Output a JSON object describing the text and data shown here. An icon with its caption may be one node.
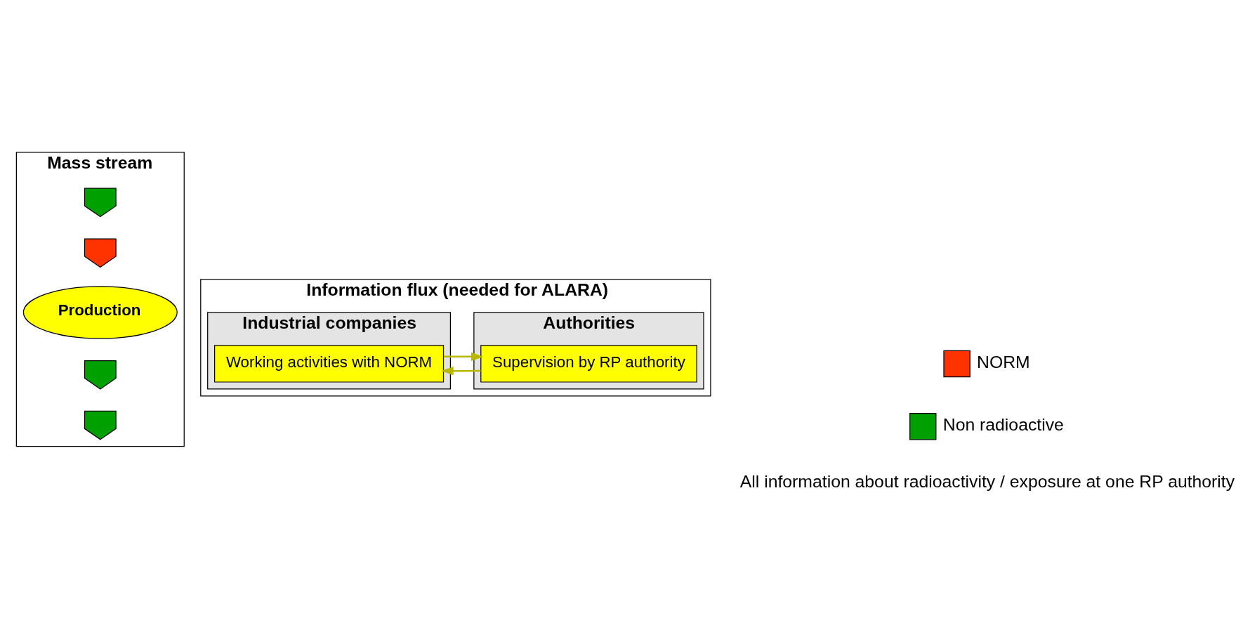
{
  "diagram": {
    "nodes": [
      {
        "text": [
          "Mass stream"
        ]
      },
      {
        "text": [],
        "shape": "pentagon",
        "in": 0
      },
      {
        "text": [],
        "shape": "pentagon",
        "in": 0
      },
      {
        "text": [
          "Production"
        ],
        "in": 0
      },
      {
        "text": [],
        "shape": "pentagon",
        "in": 0
      },
      {
        "text": [],
        "shape": "pentagon",
        "in": 0
      },
      {
        "text": [
          "Information flux (needed for ALARA)"
        ]
      },
      {
        "text": [
          "Industrial companies"
        ],
        "in": 6
      },
      {
        "text": [
          "Working activities with NORM"
        ],
        "in": 7
      },
      {
        "text": [
          "Authorities"
        ],
        "in": 6
      },
      {
        "text": [
          "Supervision by RP authority"
        ],
        "in": 9
      }
    ],
    "edges": [
      {
        "from": 8,
        "to": 10,
        "arrow": "to"
      },
      {
        "from": 10,
        "to": 8,
        "arrow": "to"
      }
    ],
    "labels": [
      "All information about radioactivity / exposure at one RP authority"
    ],
    "legend": [
      {
        "text": "NORM",
        "color": "#ff3300"
      },
      {
        "text": "Non radioactive",
        "color": "#00a000"
      }
    ]
  }
}
